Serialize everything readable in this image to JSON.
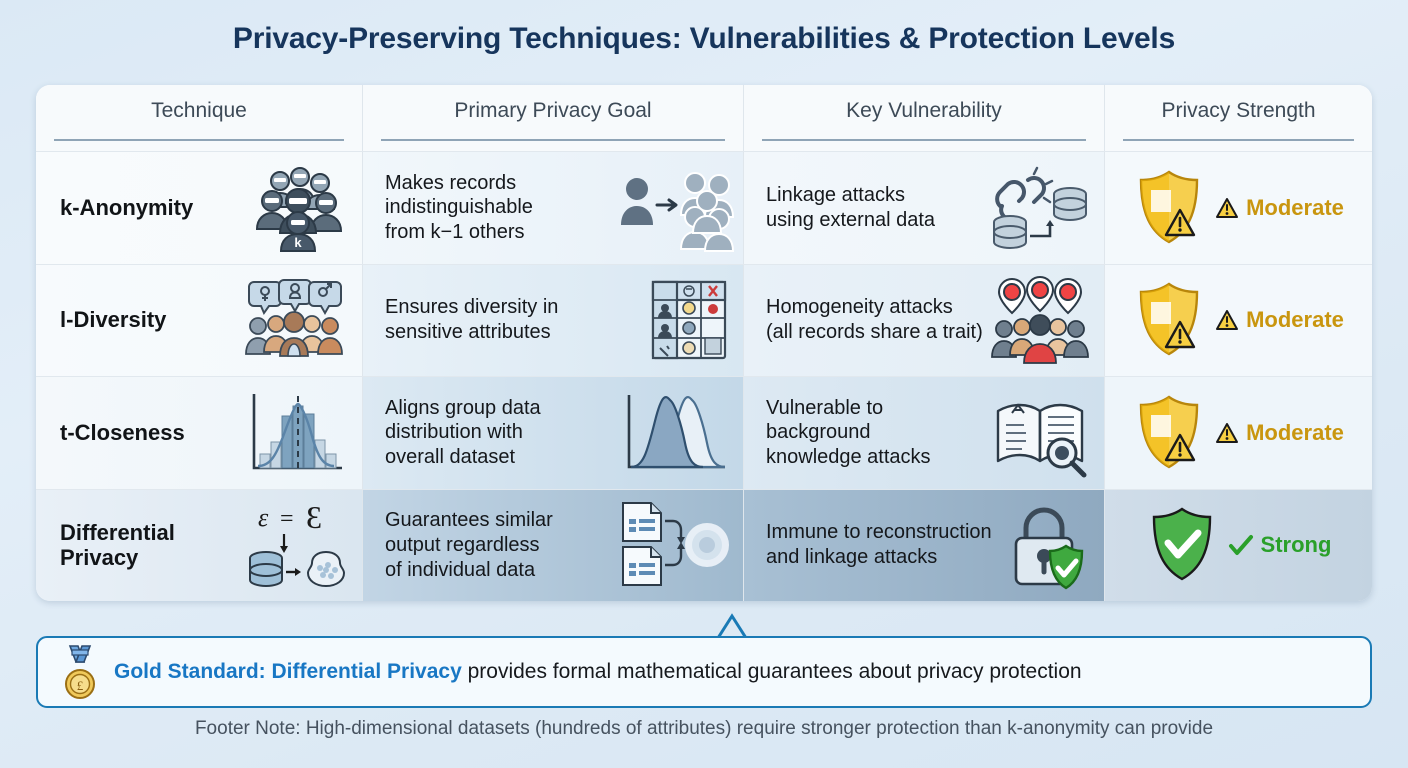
{
  "title": "Privacy-Preserving Techniques: Vulnerabilities & Protection Levels",
  "table": {
    "headers": [
      {
        "label": "Technique",
        "name": "technique"
      },
      {
        "label": "Primary Privacy Goal",
        "name": "primary-privacy-goal"
      },
      {
        "label": "Key Vulnerability",
        "name": "key-vulnerability"
      },
      {
        "label": "Privacy Strength",
        "name": "privacy-strength"
      }
    ],
    "rows": [
      {
        "technique": "k-Anonymity",
        "technique_icon": "anonymous-crowd-icon",
        "goal": "Makes records\nindistinguishable\nfrom k−1 others",
        "goal_icon": "person-to-group-icon",
        "vulnerability": "Linkage attacks\nusing external data",
        "vulnerability_icon": "broken-chain-databases-icon",
        "strength": "Moderate",
        "strength_level": "moderate",
        "strength_icon": "shield-warning-icon",
        "strength_color": "#c9960f"
      },
      {
        "technique": "l-Diversity",
        "technique_icon": "diverse-group-icon",
        "goal": "Ensures diversity in\nsensitive attributes",
        "goal_icon": "attribute-table-icon",
        "vulnerability": "Homogeneity attacks\n(all records share a trait)",
        "vulnerability_icon": "identical-markers-crowd-icon",
        "strength": "Moderate",
        "strength_level": "moderate",
        "strength_icon": "shield-warning-icon",
        "strength_color": "#c9960f"
      },
      {
        "technique": "t-Closeness",
        "technique_icon": "histogram-distribution-icon",
        "goal": "Aligns group data\ndistribution with\noverall dataset",
        "goal_icon": "two-curves-icon",
        "vulnerability": "Vulnerable to background\nknowledge attacks",
        "vulnerability_icon": "book-magnifier-icon",
        "strength": "Moderate",
        "strength_level": "moderate",
        "strength_icon": "shield-warning-icon",
        "strength_color": "#c9960f"
      },
      {
        "technique": "Differential\nPrivacy",
        "technique_icon": "epsilon-noise-database-icon",
        "goal": "Guarantees similar\noutput regardless\nof individual data",
        "goal_icon": "documents-noise-cloud-icon",
        "vulnerability": "Immune to reconstruction\nand linkage attacks",
        "vulnerability_icon": "lock-shield-check-icon",
        "strength": "Strong",
        "strength_level": "strong",
        "strength_icon": "shield-check-icon",
        "strength_color": "#2aa02a"
      }
    ]
  },
  "callout": {
    "icon": "gold-medal-icon",
    "highlight": "Gold Standard: Differential Privacy",
    "rest": " provides formal mathematical guarantees about privacy protection"
  },
  "footer": "Footer Note: High-dimensional datasets (hundreds of attributes) require stronger protection than k-anonymity can provide",
  "colors": {
    "title": "#16355c",
    "moderate": "#c9960f",
    "strong": "#2aa02a",
    "callout_border": "#1a7ab5",
    "callout_highlight": "#1877c4"
  }
}
